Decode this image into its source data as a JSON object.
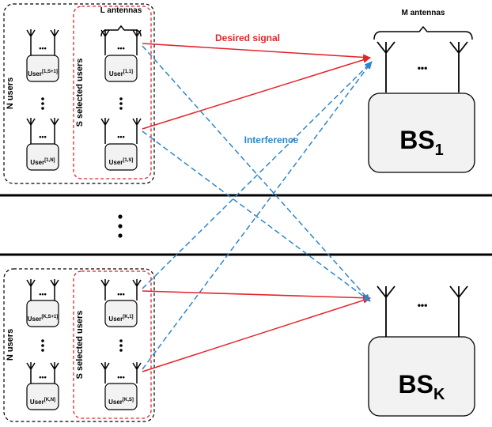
{
  "labels": {
    "l_antennas": "L antennas",
    "m_antennas": "M antennas",
    "desired_signal": "Desired signal",
    "interference": "Interference",
    "n_users": "N users",
    "s_selected_users": "S selected users",
    "ellipsis": "•••",
    "vdots": "••"
  },
  "users": {
    "word": "User",
    "top": {
      "s1": "[1,S+1]",
      "n": "[1,N]",
      "first": "[1,1]",
      "last": "[1,S]"
    },
    "bottom": {
      "s1": "[K,S+1]",
      "n": "[K,N]",
      "first": "[K,1]",
      "last": "[K,S]"
    }
  },
  "base_stations": {
    "top": {
      "name": "BS",
      "sub": "1"
    },
    "bottom": {
      "name": "BS",
      "sub": "K"
    }
  },
  "colors": {
    "desired": "#e3242b",
    "interference": "#2e86c8",
    "selected_box": "#e3242b",
    "group_box": "#000000"
  }
}
